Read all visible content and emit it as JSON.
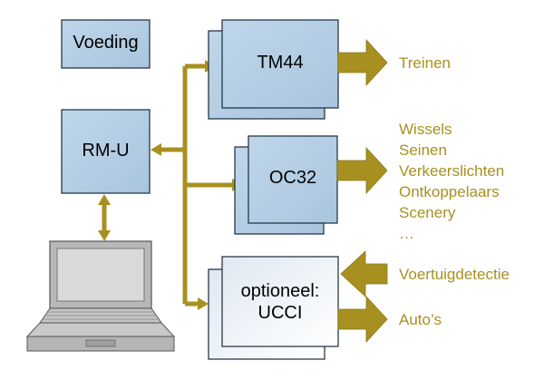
{
  "boxes": {
    "voeding": "Voeding",
    "rmu": "RM-U",
    "tm44": "TM44",
    "oc32": "OC32",
    "ucci_line1": "optioneel:",
    "ucci_line2": "UCCI"
  },
  "outputs": {
    "tm44": [
      "Treinen"
    ],
    "oc32": [
      "Wissels",
      "Seinen",
      "Verkeerslichten",
      "Ontkoppelaars",
      "Scenery",
      "…"
    ],
    "ucci_in": "Voertuigdetectie",
    "ucci_out": "Auto’s"
  },
  "colors": {
    "box_fill": "#b3cde3",
    "box_stroke": "#1a2a3a",
    "connector": "#a89020",
    "text_output": "#a89020"
  },
  "icons": [
    "laptop-icon"
  ]
}
